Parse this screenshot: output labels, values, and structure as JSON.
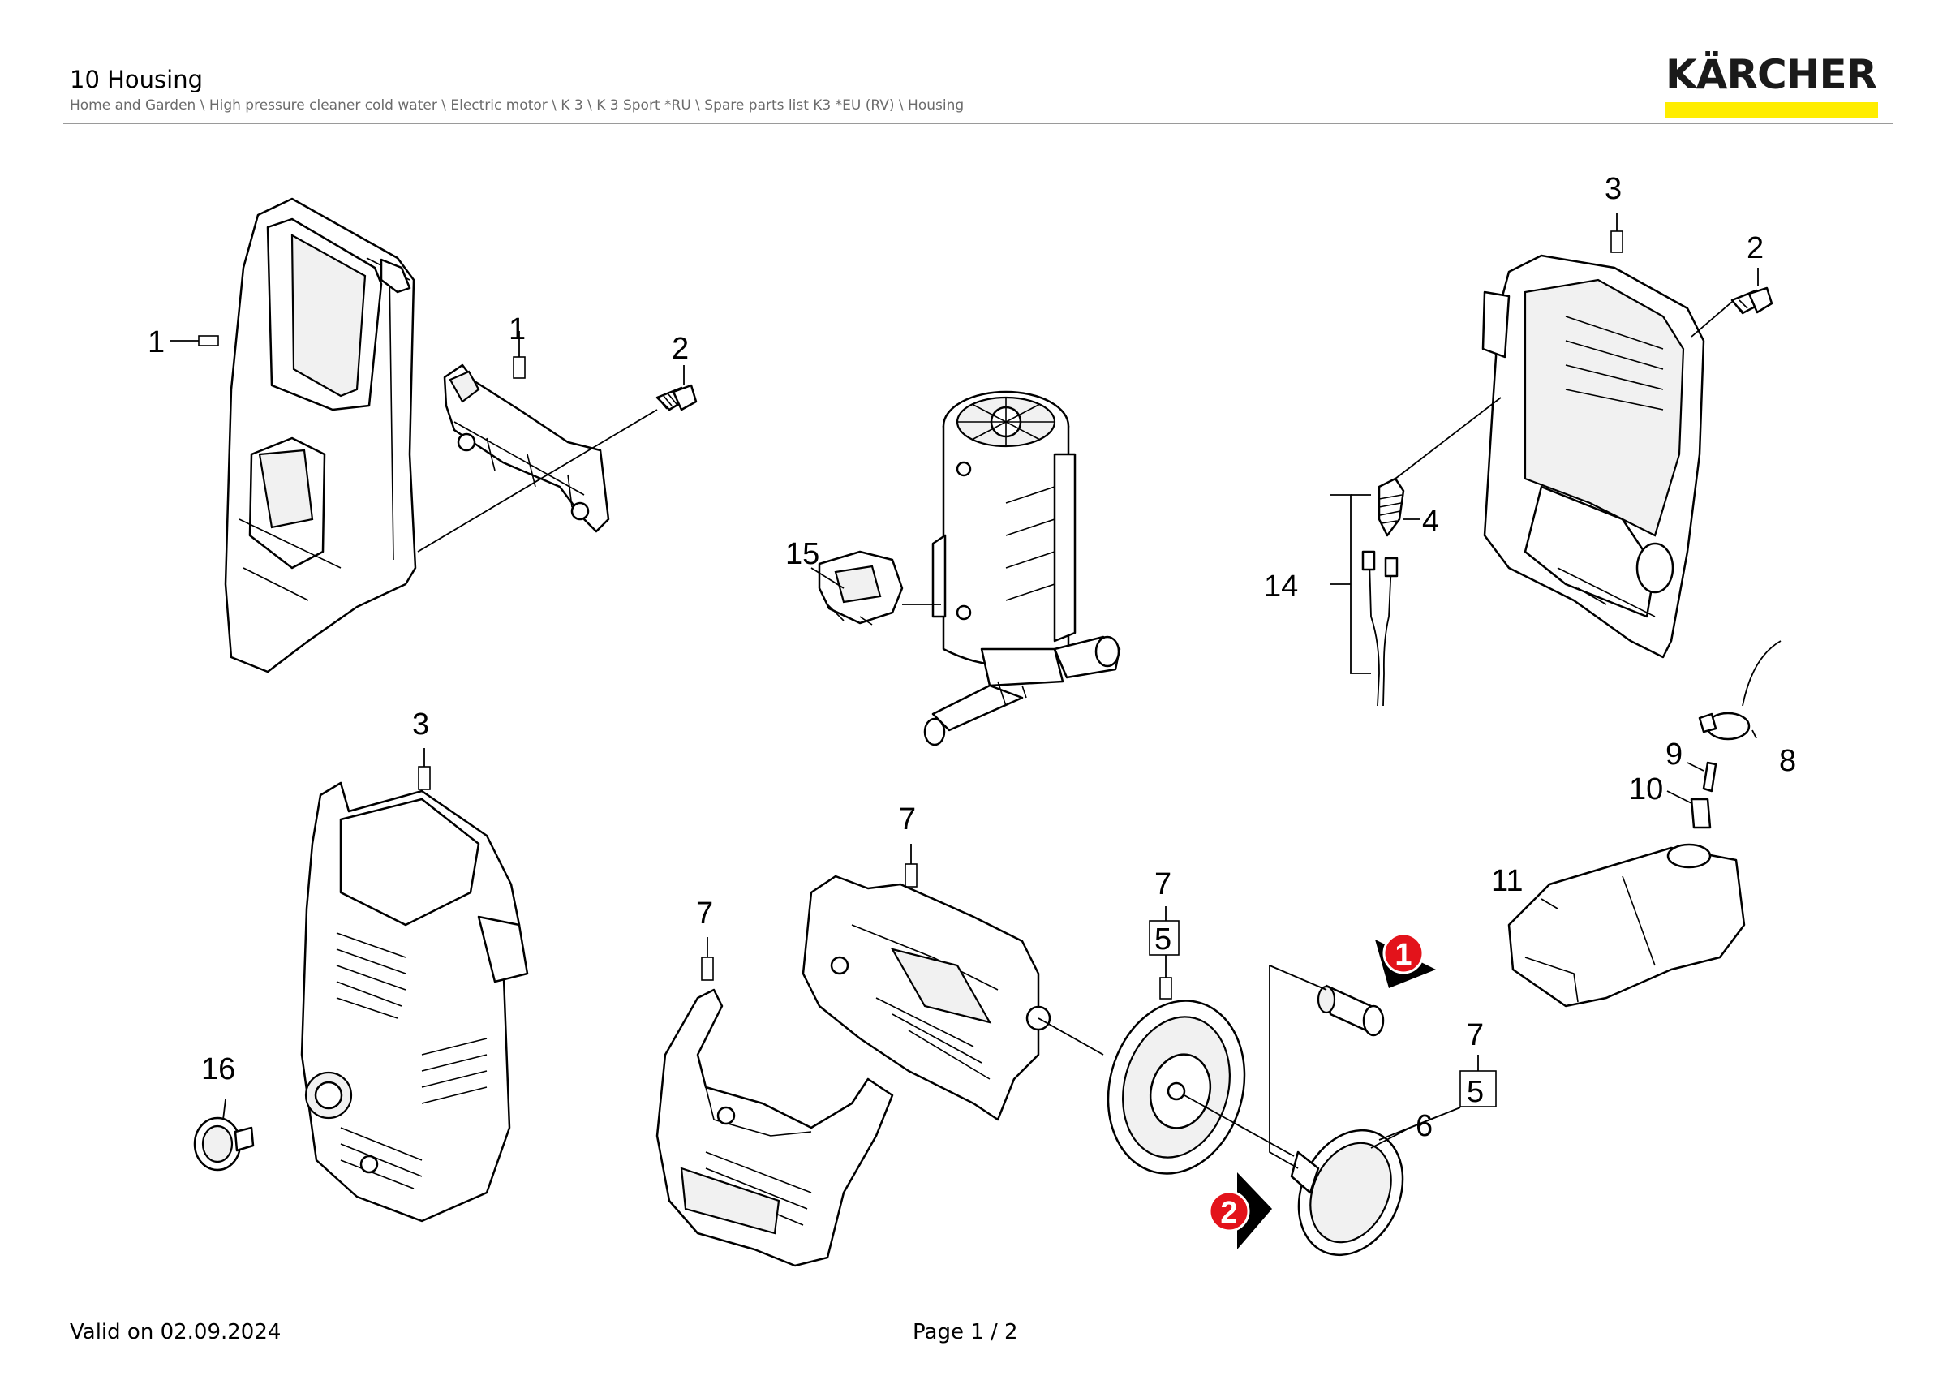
{
  "header": {
    "title": "10 Housing",
    "breadcrumb": "Home and Garden \\ High pressure cleaner cold water \\ Electric motor \\ K 3 \\ K 3 Sport *RU \\ Spare parts list K3 *EU (RV) \\ Housing"
  },
  "brand": {
    "logo_text": "KÄRCHER",
    "accent_color": "#ffed00"
  },
  "callouts": {
    "c1a": "1",
    "c1b": "1",
    "c2a": "2",
    "c2b": "2",
    "c3a": "3",
    "c3b": "3",
    "c4": "4",
    "c5a": "5",
    "c5b": "5",
    "c6": "6",
    "c7a": "7",
    "c7b": "7",
    "c7c": "7",
    "c7d": "7",
    "c8": "8",
    "c9": "9",
    "c10": "10",
    "c11": "11",
    "c14": "14",
    "c15": "15",
    "c16": "16"
  },
  "markers": {
    "m1": "1",
    "m2": "2",
    "marker_color": "#e3131b"
  },
  "footer": {
    "valid": "Valid on 02.09.2024",
    "page": "Page 1 / 2"
  }
}
